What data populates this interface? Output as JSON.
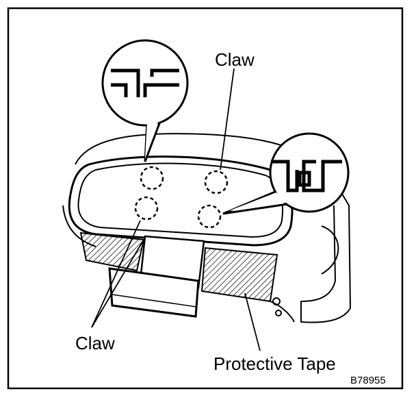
{
  "labels": {
    "claw_top": "Claw",
    "claw_bottom": "Claw",
    "protective_tape": "Protective Tape",
    "figure_code": "B78955"
  }
}
